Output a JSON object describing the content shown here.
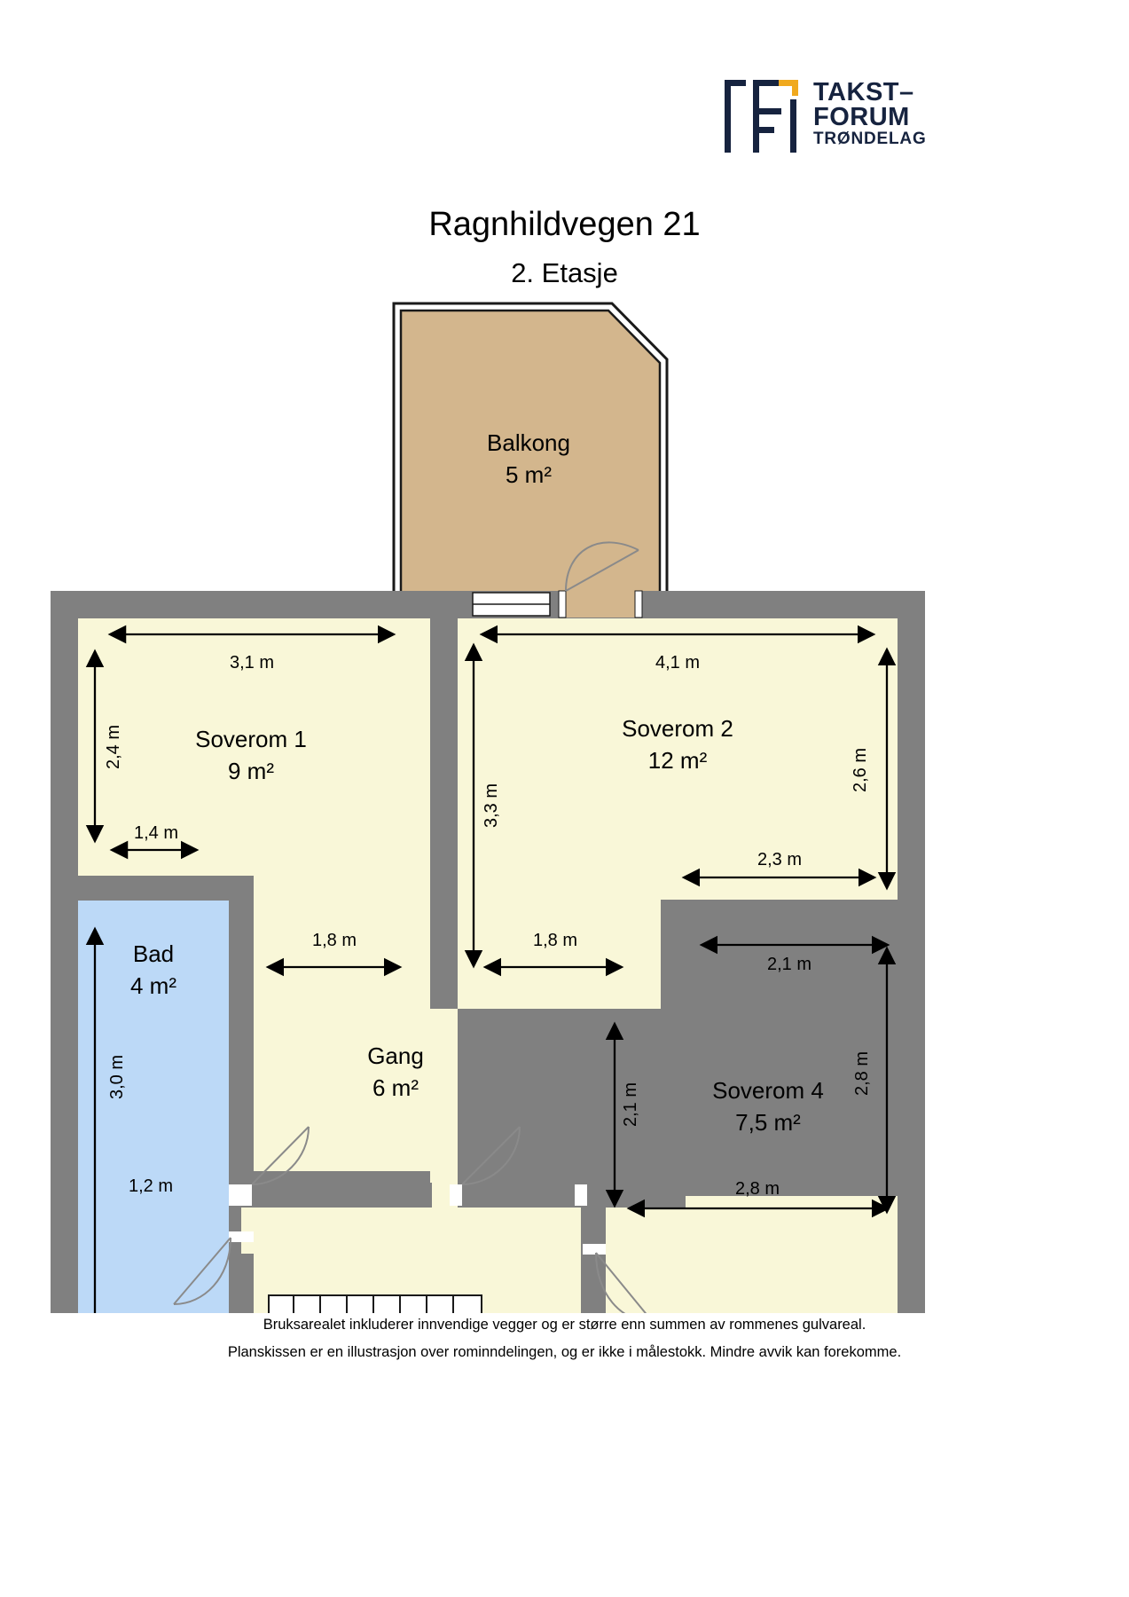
{
  "logo": {
    "line1": "TAKST–",
    "line2": "FORUM",
    "line3": "TRØNDELAG",
    "mark_color": "#16233f",
    "accent_color": "#f0a91e"
  },
  "title": "Ragnhildvegen 21",
  "subtitle": "2. Etasje",
  "colors": {
    "wall": "#808080",
    "room_fill": "#f9f7d8",
    "bath_fill": "#bcd9f7",
    "balcony_fill": "#d3b68d",
    "outline": "#1a1a1a",
    "door_arc": "#8a8a8a"
  },
  "rooms": [
    {
      "name": "Balkong",
      "area": "5 m²",
      "fill": "balcony"
    },
    {
      "name": "Soverom 1",
      "area": "9 m²",
      "fill": "room"
    },
    {
      "name": "Soverom 2",
      "area": "12 m²",
      "fill": "room"
    },
    {
      "name": "Bad",
      "area": "4 m²",
      "fill": "bath"
    },
    {
      "name": "Gang",
      "area": "6 m²",
      "fill": "room"
    },
    {
      "name": "Soverom 4",
      "area": "7,5 m²",
      "fill": "room"
    }
  ],
  "dimensions": {
    "sov1_width": "3,1 m",
    "sov1_height": "2,4 m",
    "sov1_notch": "1,4 m",
    "sov2_width": "4,1 m",
    "sov2_height": "3,3 m",
    "sov2_right_height": "2,6 m",
    "sov2_bottom": "2,3 m",
    "bad_height": "3,0 m",
    "bad_width": "1,2 m",
    "gang_left_door": "1,8 m",
    "gang_right_door": "1,8 m",
    "sov4_top": "2,1 m",
    "sov4_right_height": "2,8 m",
    "sov4_bottom": "2,8 m",
    "sov4_door": "2,1 m"
  },
  "footer": {
    "line1": "Bruksarealet inkluderer innvendige vegger og er større enn summen av rommenes gulvareal.",
    "line2": "Planskissen er en illustrasjon over rominndelingen, og er ikke i målestokk. Mindre avvik kan forekomme."
  }
}
